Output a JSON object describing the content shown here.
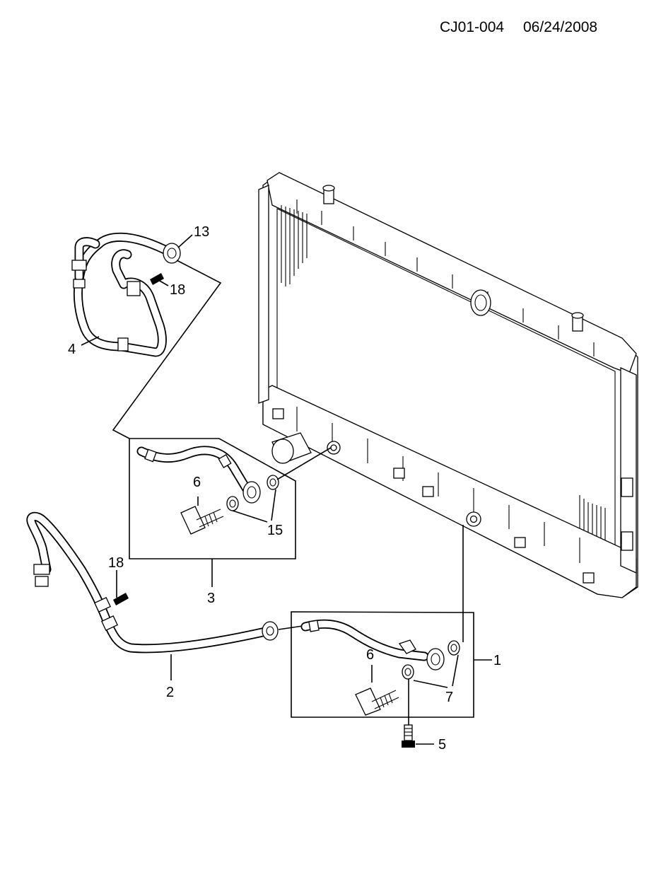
{
  "header": {
    "code": "CJ01-004",
    "date": "06/24/2008"
  },
  "callouts": {
    "c1": "1",
    "c2": "2",
    "c3": "3",
    "c4": "4",
    "c5": "5",
    "c6a": "6",
    "c6b": "6",
    "c7": "7",
    "c13": "13",
    "c15": "15",
    "c18a": "18",
    "c18b": "18"
  }
}
